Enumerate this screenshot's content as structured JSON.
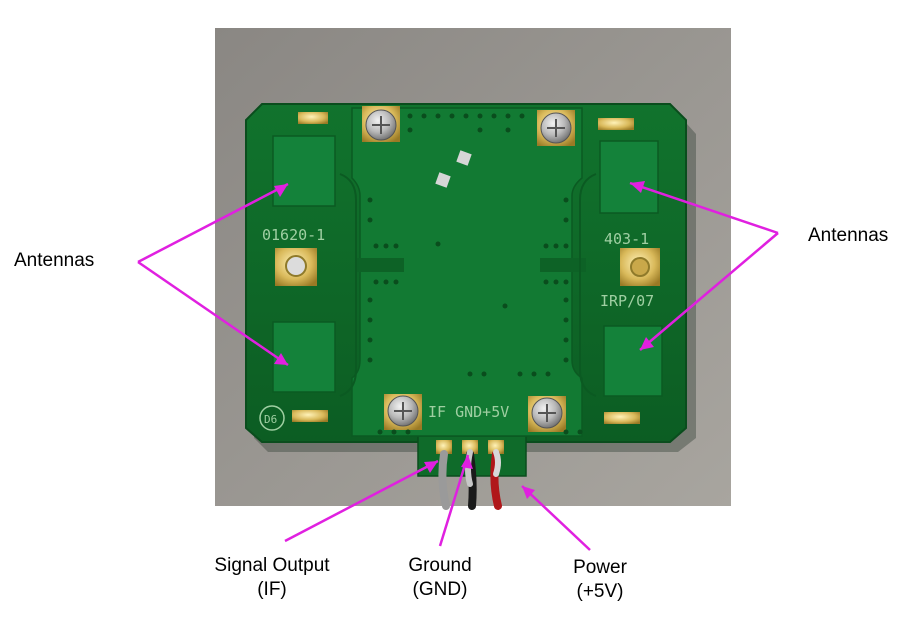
{
  "labels": {
    "antennas_left": "Antennas",
    "antennas_right": "Antennas",
    "signal_output_line1": "Signal Output",
    "signal_output_line2": "(IF)",
    "ground_line1": "Ground",
    "ground_line2": "(GND)",
    "power_line1": "Power",
    "power_line2": "(+5V)"
  },
  "board_silkscreen": {
    "left_part_number": "01620-1",
    "right_part_number": "403-1",
    "right_code": "IRP/07",
    "pin_labels": "IF GND+5V",
    "logo": "D6"
  },
  "colors": {
    "arrow": "#e020e0",
    "pcb_green": "#0f6b2a",
    "background_wall": "#8c8a86",
    "wire_red": "#b0171a",
    "wire_black": "#1a1a1a"
  }
}
